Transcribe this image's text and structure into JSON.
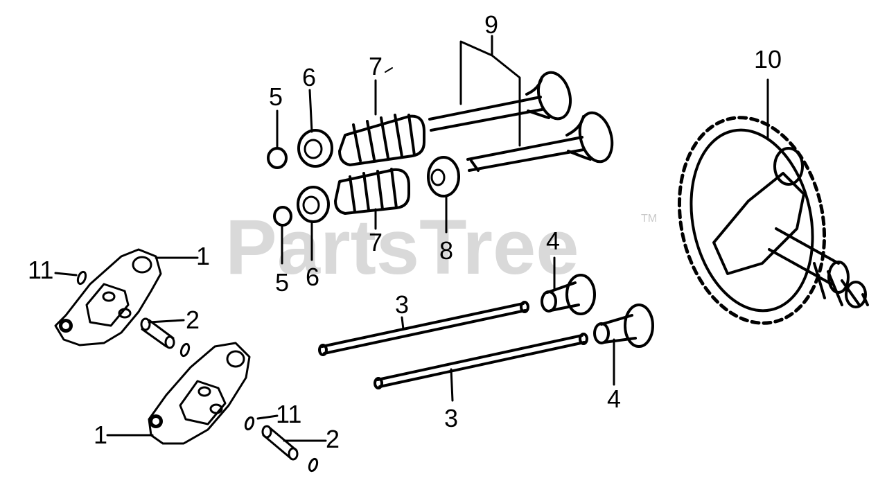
{
  "watermark": {
    "text": "PartsTree",
    "trademark": "TM"
  },
  "callouts": [
    {
      "id": "1a",
      "text": "1"
    },
    {
      "id": "1b",
      "text": "1"
    },
    {
      "id": "2a",
      "text": "2"
    },
    {
      "id": "2b",
      "text": "2"
    },
    {
      "id": "3a",
      "text": "3"
    },
    {
      "id": "3b",
      "text": "3"
    },
    {
      "id": "4a",
      "text": "4"
    },
    {
      "id": "4b",
      "text": "4"
    },
    {
      "id": "5a",
      "text": "5"
    },
    {
      "id": "5b",
      "text": "5"
    },
    {
      "id": "6a",
      "text": "6"
    },
    {
      "id": "6b",
      "text": "6"
    },
    {
      "id": "7a",
      "text": "7"
    },
    {
      "id": "7b",
      "text": "7"
    },
    {
      "id": "8",
      "text": "8"
    },
    {
      "id": "9",
      "text": "9"
    },
    {
      "id": "10",
      "text": "10"
    },
    {
      "id": "11a",
      "text": "11"
    },
    {
      "id": "11b",
      "text": "11"
    }
  ]
}
